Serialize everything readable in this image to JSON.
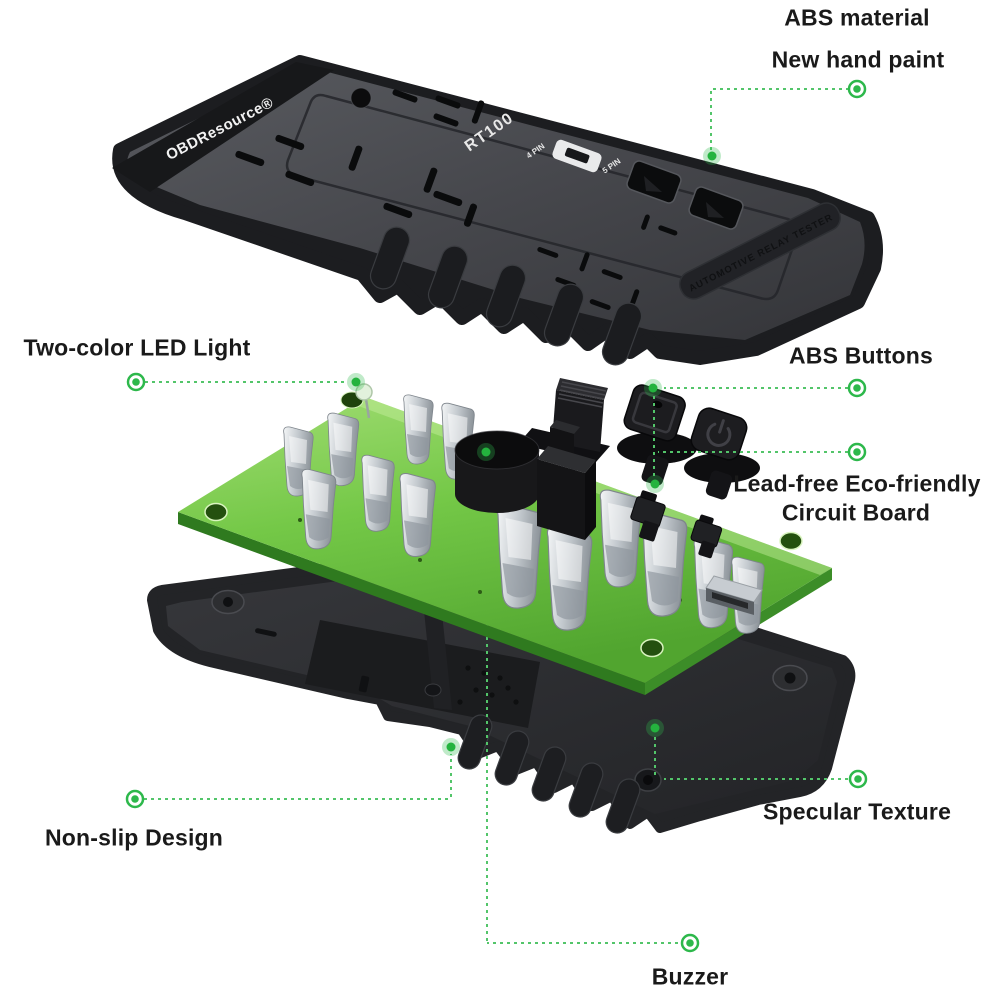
{
  "background": "#ffffff",
  "palette": {
    "callout_green": "#2db84b",
    "dash_green": "#53c56a",
    "pcb_green": "#6fc344",
    "case_dark": "#232427",
    "label_text": "#1a1a1a"
  },
  "device": {
    "brand_label": "OBDResource®",
    "model_label": "RT100",
    "pin4_label": "4 PIN",
    "pin5_label": "5 PIN",
    "side_label": "AUTOMOTIVE RELAY TESTER"
  },
  "callouts": {
    "abs_material": {
      "line1": "ABS material",
      "line2": "New hand paint"
    },
    "led": {
      "label": "Two-color LED Light"
    },
    "abs_buttons": {
      "label": "ABS Buttons"
    },
    "circuit_board": {
      "line1": "Lead-free Eco-friendly",
      "line2": "Circuit Board"
    },
    "non_slip": {
      "label": "Non-slip Design"
    },
    "specular": {
      "label": "Specular Texture"
    },
    "buzzer": {
      "label": "Buzzer"
    }
  }
}
